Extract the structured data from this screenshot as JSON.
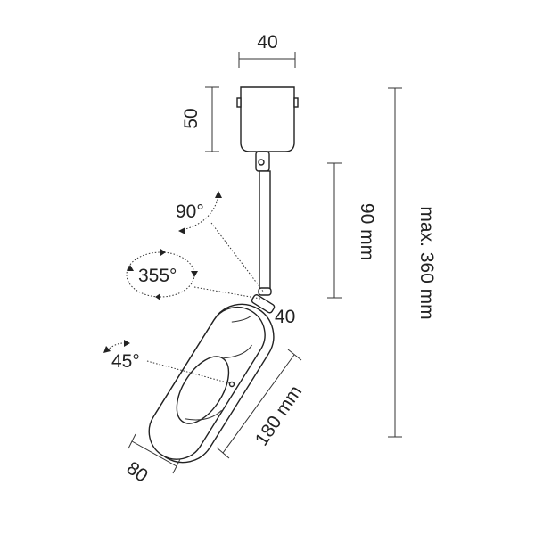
{
  "dimensions": {
    "canopy_width": "40",
    "canopy_height": "50",
    "stem_length": "90 mm",
    "max_height": "max. 360 mm",
    "joint_width": "40",
    "head_length": "180 mm",
    "head_width": "80"
  },
  "angles": {
    "tilt": "90°",
    "rotation": "355°",
    "lens_tilt": "45°"
  },
  "colors": {
    "line": "#222222",
    "background": "#ffffff"
  }
}
